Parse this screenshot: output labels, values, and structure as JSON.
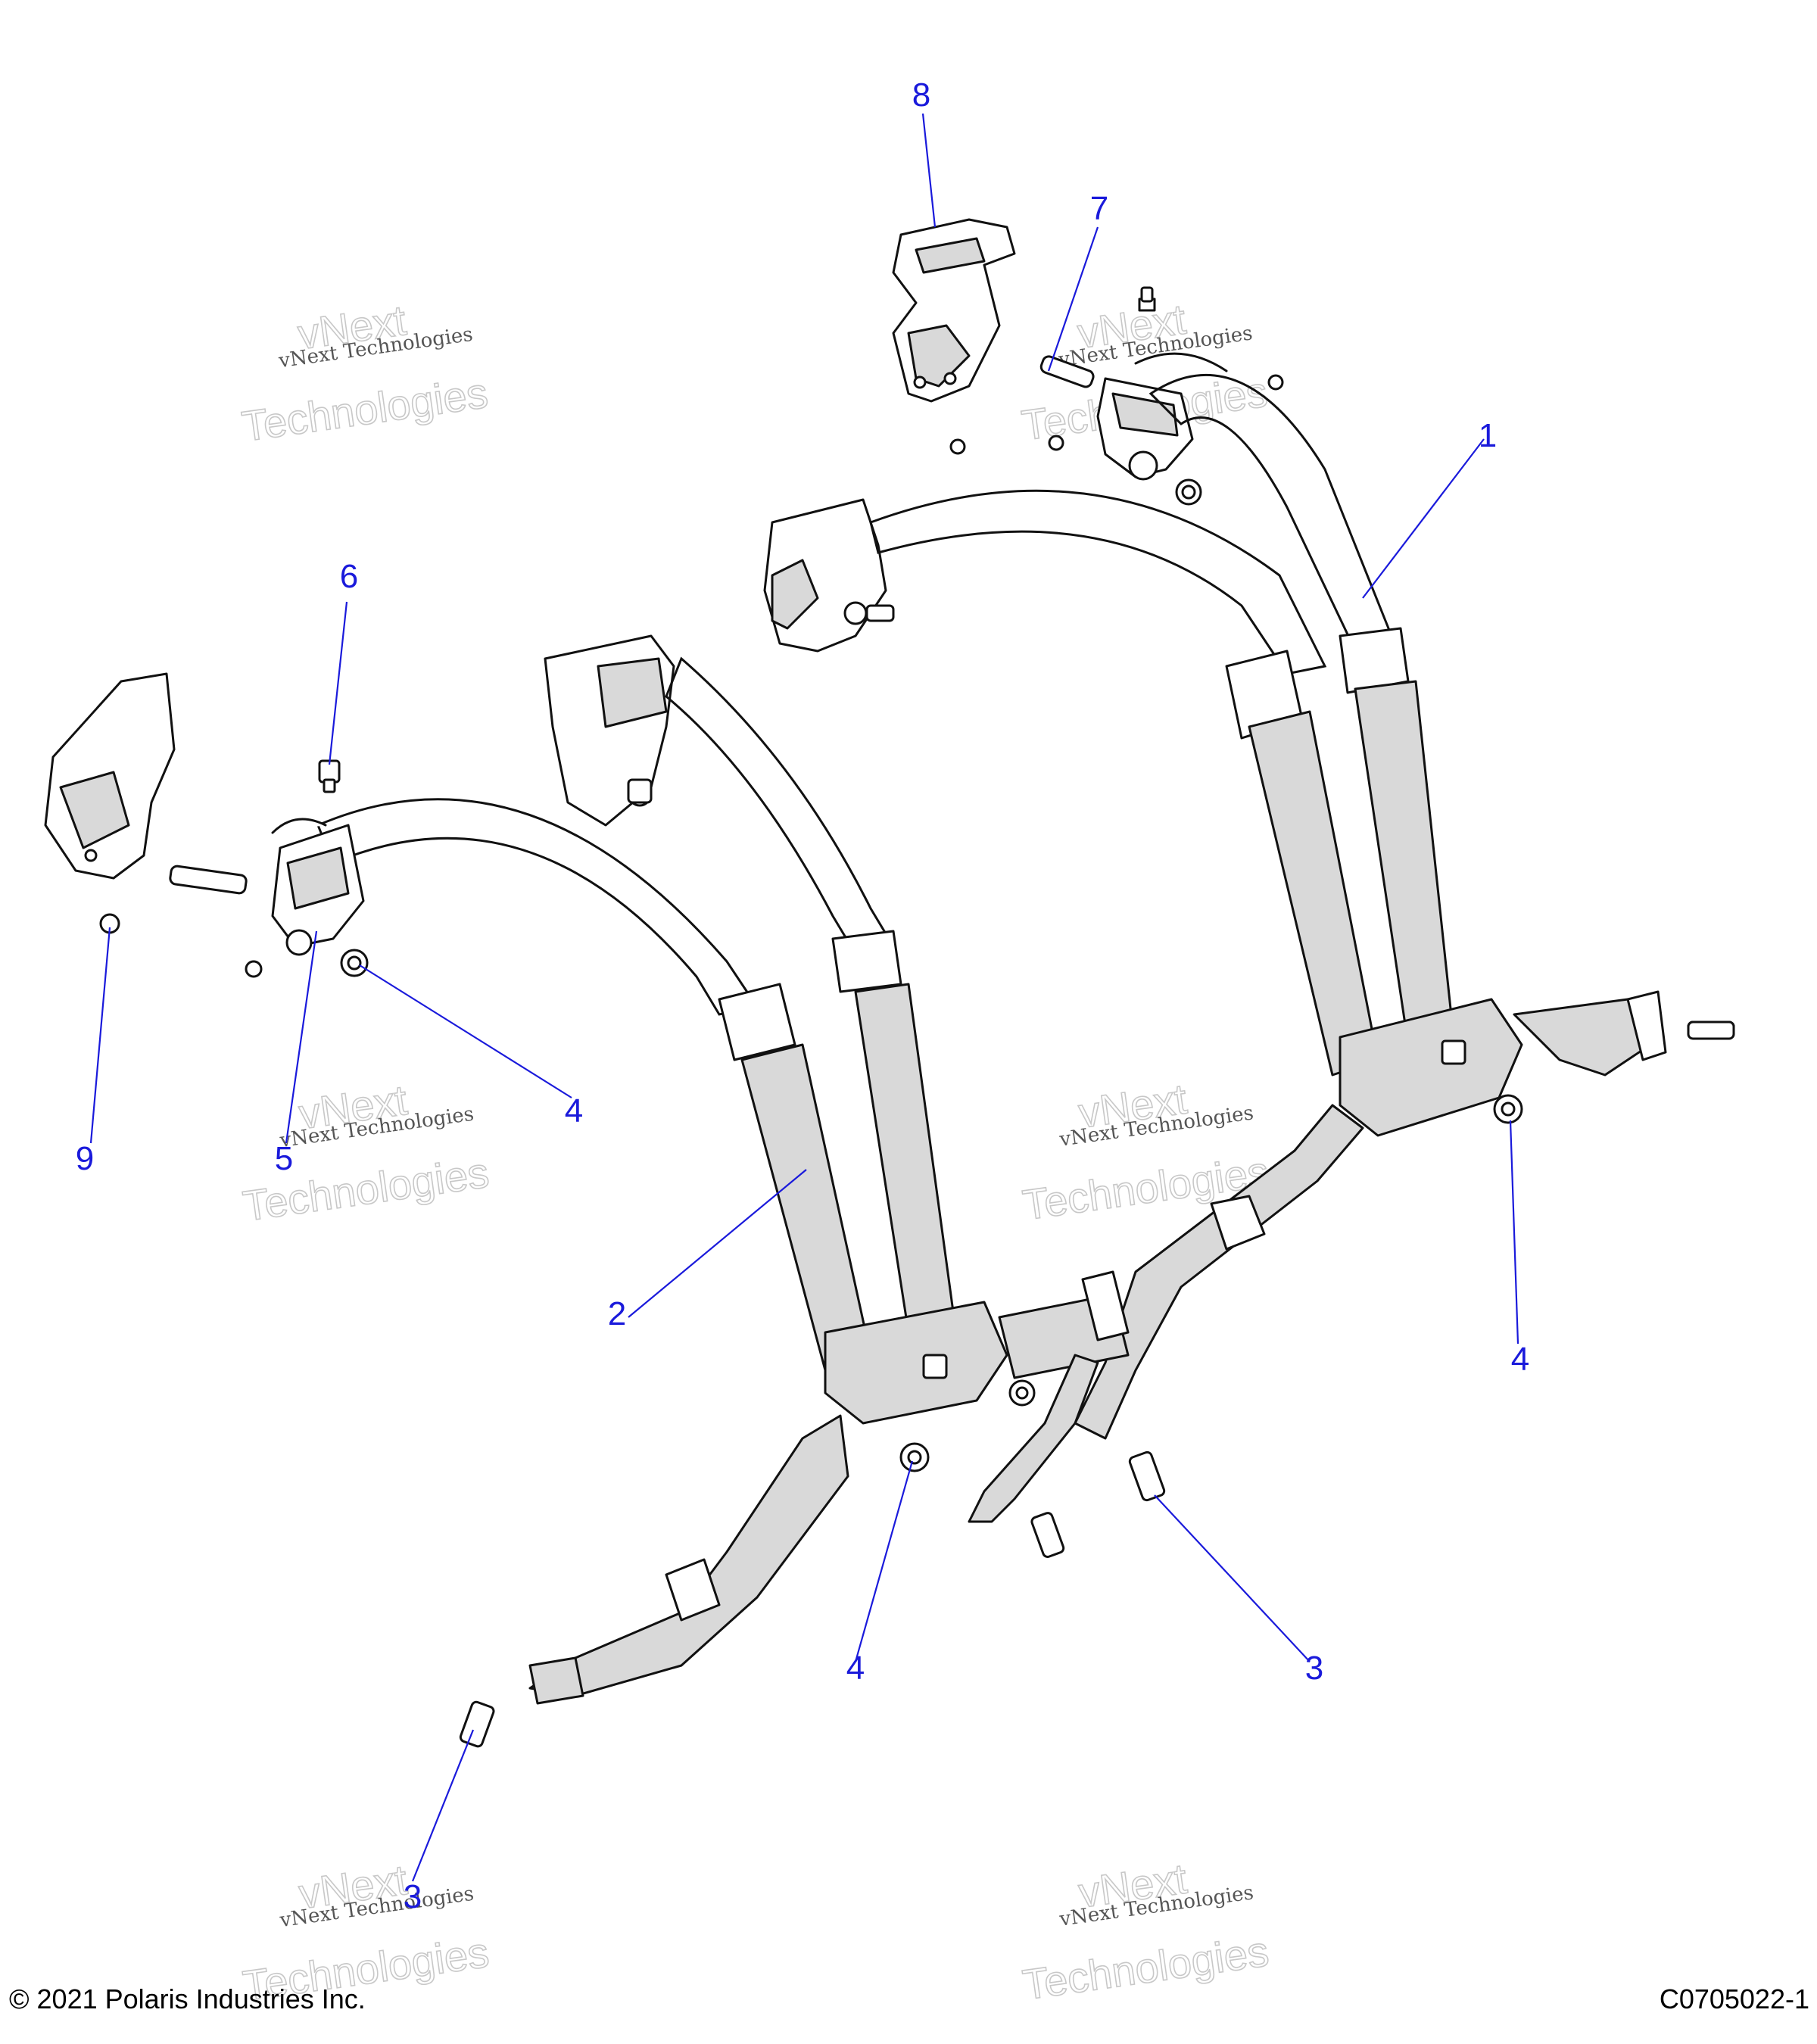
{
  "callouts": [
    {
      "id": "c1",
      "label": "1"
    },
    {
      "id": "c2",
      "label": "2"
    },
    {
      "id": "c3a",
      "label": "3"
    },
    {
      "id": "c3b",
      "label": "3"
    },
    {
      "id": "c4a",
      "label": "4"
    },
    {
      "id": "c4b",
      "label": "4"
    },
    {
      "id": "c4c",
      "label": "4"
    },
    {
      "id": "c5",
      "label": "5"
    },
    {
      "id": "c6",
      "label": "6"
    },
    {
      "id": "c7",
      "label": "7"
    },
    {
      "id": "c8",
      "label": "8"
    },
    {
      "id": "c9",
      "label": "9"
    }
  ],
  "watermark": {
    "line_small": "vNext Technologies",
    "big_top": "vNext",
    "big_bottom": "Technologies"
  },
  "footer": {
    "copyright": "© 2021 Polaris Industries Inc.",
    "figure_id": "C0705022-1"
  },
  "colors": {
    "callout": "#1a1adb",
    "belt_fill": "#d9d9d9",
    "outline": "#111111"
  }
}
